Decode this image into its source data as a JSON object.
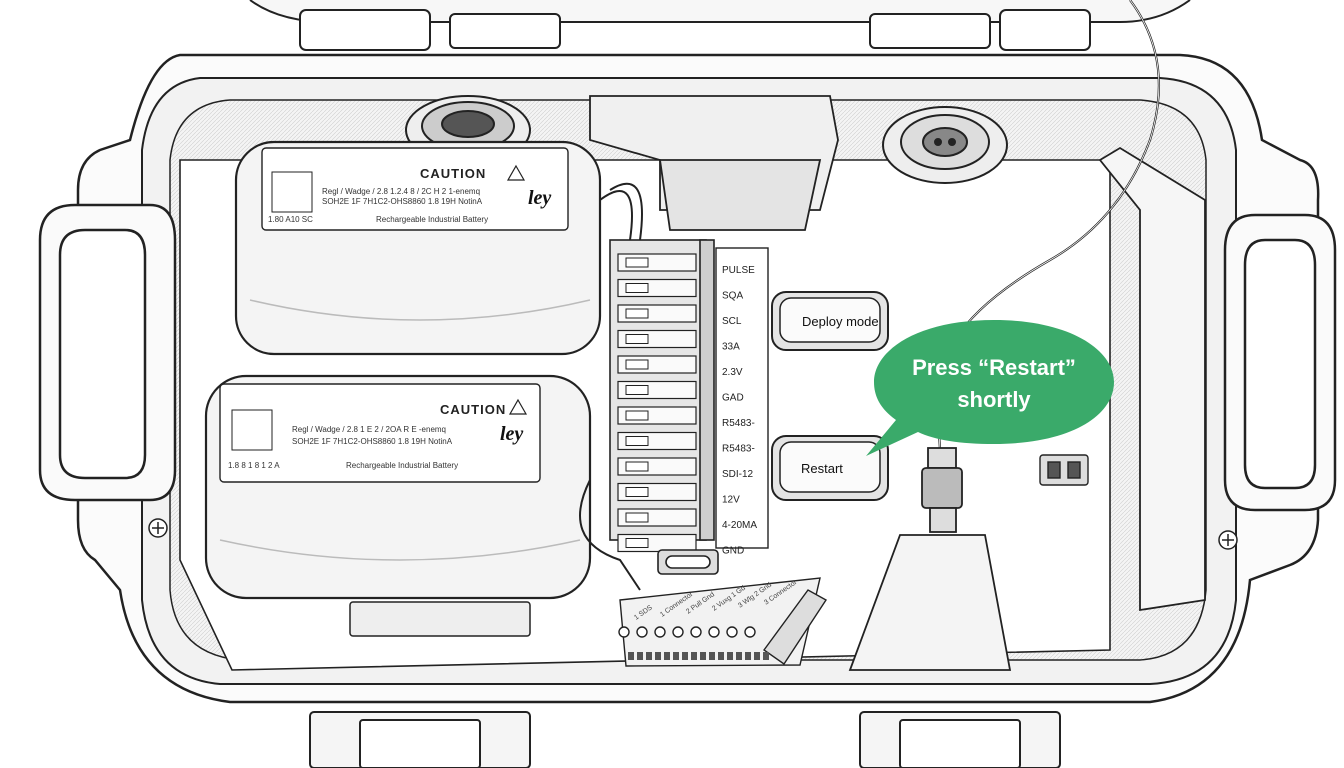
{
  "terminal_labels": [
    "PULSE",
    "SQA",
    "SCL",
    "33A",
    "2.3V",
    "GAD",
    "R5483-",
    "R5483-",
    "SDI-12",
    "12V",
    "4-20MA",
    "GND"
  ],
  "buttons": {
    "deploy_label": "Deploy mode",
    "restart_label": "Restart"
  },
  "callout": {
    "line1": "Press “Restart”",
    "line2": "shortly",
    "color": "#3aaa6a"
  },
  "batteries": [
    {
      "caution": "CAUTION",
      "brand": "ley",
      "line1": "Regl / Wadge / 2.8 1.2.4 8 / 2C H  2 1-enemq",
      "line2": "SOH2E 1F 7H1C2-OHS8860 1.8 19H NotinA",
      "line3": "Rechargeable Industrial Battery",
      "code": "1.80 A10 SC"
    },
    {
      "caution": "CAUTION",
      "brand": "ley",
      "line1": "Regl / Wadge / 2.8 1 E 2 / 2OA R E  -enemq",
      "line2": "SOH2E 1F 7H1C2-OHS8860 1.8 19H NotinA",
      "line3": "Rechargeable Industrial Battery",
      "code": "1.8 8 1 8 1 2 A"
    }
  ],
  "pcb_labels": [
    "1 SDS",
    "1 Connector",
    "2 Pull Gnd",
    "2 Vuxg 1 Gd",
    "3 Wlg 2 Gnd",
    "3 Connector"
  ]
}
